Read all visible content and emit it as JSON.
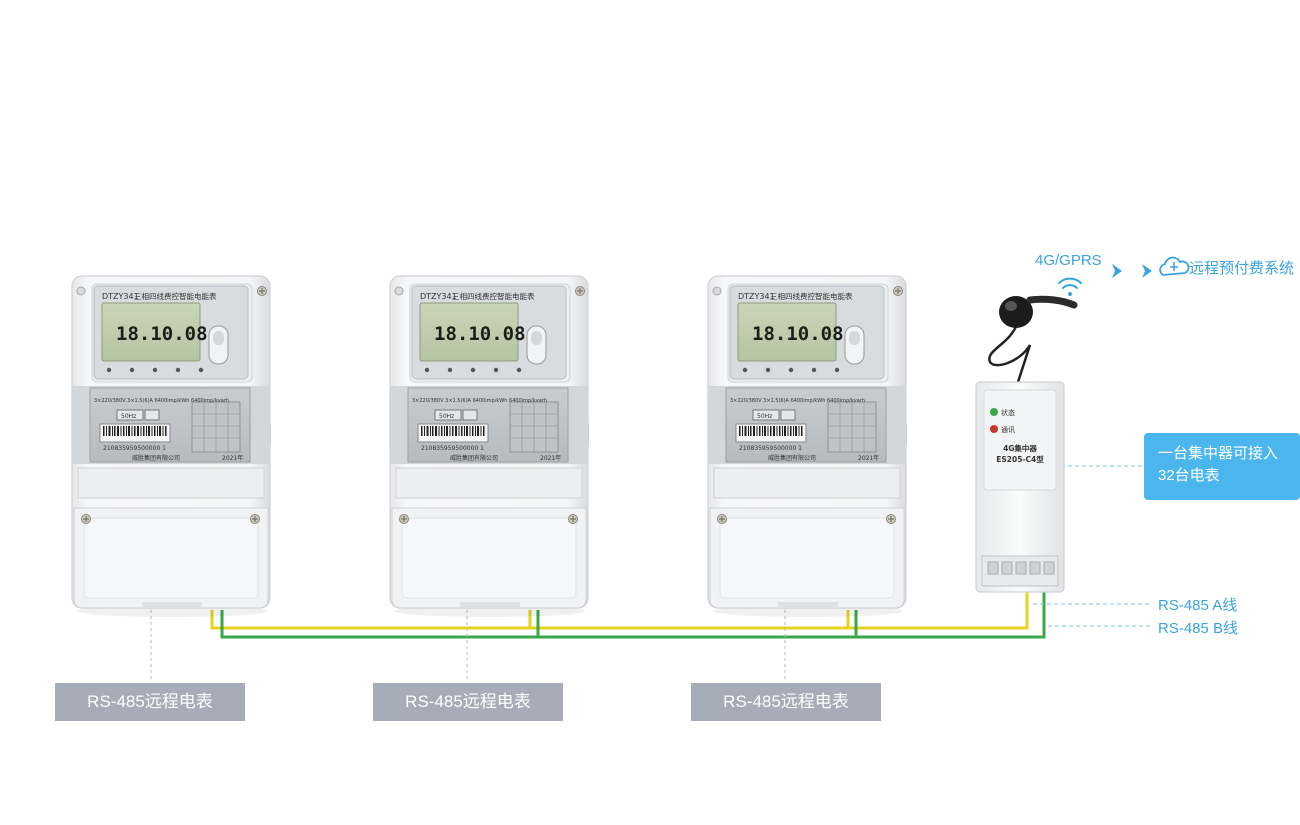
{
  "meters": [
    {
      "model": "DTZY341",
      "title": "三相四线费控智能电能表",
      "display_value": "18.10.08",
      "spec": "3×220/380V  3×1.5(6)A  6400imp/kWh  6400imp/kvarh",
      "freq": "50Hz",
      "serial": "210835959500000 1",
      "maker": "威胜集团有限公司",
      "year": "2021年",
      "label": "RS-485远程电表"
    },
    {
      "model": "DTZY341",
      "title": "三相四线费控智能电能表",
      "display_value": "18.10.08",
      "spec": "3×220/380V  3×1.5(6)A  6400imp/kWh  6400imp/kvarh",
      "freq": "50Hz",
      "serial": "210835959500000 1",
      "maker": "威胜集团有限公司",
      "year": "2021年",
      "label": "RS-485远程电表"
    },
    {
      "model": "DTZY341",
      "title": "三相四线费控智能电能表",
      "display_value": "18.10.08",
      "spec": "3×220/380V  3×1.5(6)A  6400imp/kWh  6400imp/kvarh",
      "freq": "50Hz",
      "serial": "210835959500000 1",
      "maker": "威胜集团有限公司",
      "year": "2021年",
      "label": "RS-485远程电表"
    }
  ],
  "concentrator": {
    "led_status": "状态",
    "led_comm": "通讯",
    "name": "4G集中器",
    "model": "ES205-C4型"
  },
  "network": {
    "protocol": "4G/GPRS",
    "system": "远程预付费系统"
  },
  "callout": {
    "line1": "一台集中器可接入",
    "line2": "32台电表"
  },
  "lines": {
    "a": "RS-485 A线",
    "b": "RS-485 B线"
  },
  "colors": {
    "wire_a": "#e6d21f",
    "wire_b": "#3aa64a",
    "accent": "#3aa3df",
    "label_bg": "#a6acb8",
    "callout_bg": "#4bb6ee"
  }
}
